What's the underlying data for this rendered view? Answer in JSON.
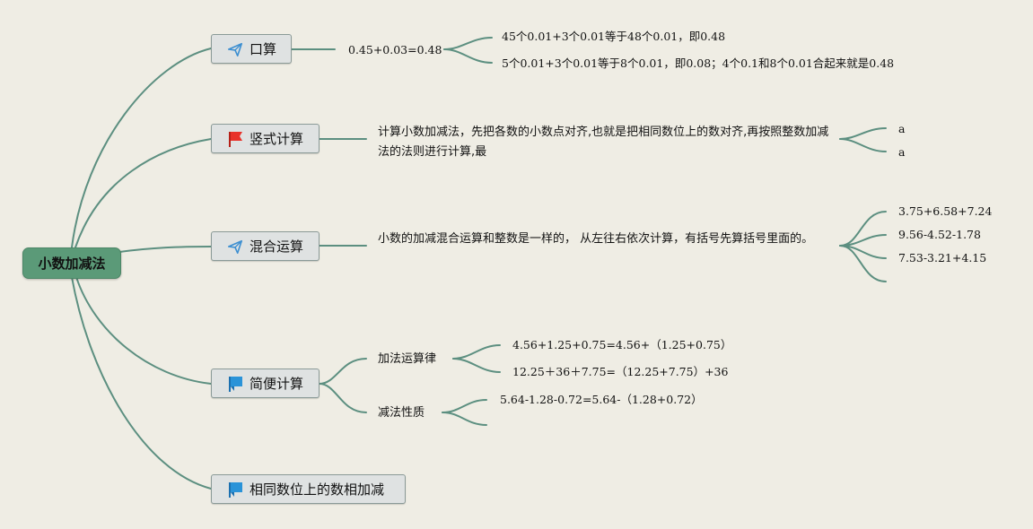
{
  "root": {
    "label": "小数加减法"
  },
  "branches": {
    "kousuan": {
      "label": "口算",
      "icon": "paper-plane-icon",
      "detail": "0.45+0.03=0.48",
      "items": [
        "45个0.01+3个0.01等于48个0.01，即0.48",
        "5个0.01+3个0.01等于8个0.01，即0.08；4个0.1和8个0.01合起来就是0.48"
      ]
    },
    "shushi": {
      "label": "竖式计算",
      "icon": "red-flag-icon",
      "detail": "计算小数加减法，先把各数的小数点对齐,也就是把相同数位上的数对齐,再按照整数加减法的法则进行计算,最",
      "items": [
        "a",
        "a"
      ]
    },
    "hunhe": {
      "label": "混合运算",
      "icon": "paper-plane-icon",
      "detail": "小数的加减混合运算和整数是一样的， 从左往右依次计算，有括号先算括号里面的。",
      "items": [
        "3.75+6.58+7.24",
        "9.56-4.52-1.78",
        "7.53-3.21+4.15",
        ""
      ]
    },
    "jianbian": {
      "label": "简便计算",
      "icon": "blue-flag-icon",
      "sub1": {
        "label": "加法运算律",
        "items": [
          "4.56+1.25+0.75=4.56+（1.25+0.75）",
          "12.25＋36＋7.75=（12.25+7.75）+36"
        ]
      },
      "sub2": {
        "label": "减法性质",
        "items": [
          "5.64-1.28-0.72=5.64-（1.28+0.72）",
          ""
        ]
      }
    },
    "xiangtong": {
      "label": "相同数位上的数相加减",
      "icon": "blue-flag-icon"
    }
  },
  "colors": {
    "background": "#efede4",
    "connector": "#5c8f80",
    "root_fill": "#5b9a78",
    "branch_fill": "#dfe2e2",
    "plane_icon": "#3d8fd1",
    "red_flag": "#e8322a",
    "blue_flag": "#2a93d8"
  }
}
